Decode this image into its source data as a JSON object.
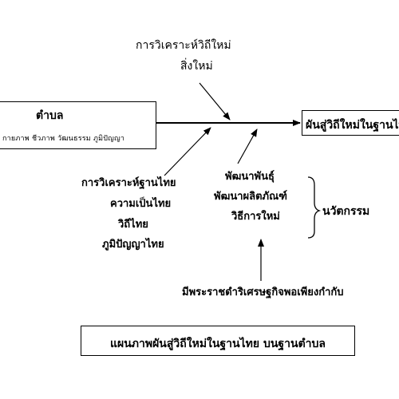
{
  "source": {
    "title": "ตำบล",
    "subtitle": "กายภาพ ชีวภาพ วัฒนธรรม ภูมิปัญญา"
  },
  "target": {
    "title": "ผันสู่วิถีใหม่ในฐานไทย"
  },
  "top_factor": {
    "line1": "การวิเคราะห์วิถีใหม่",
    "line2": "สิ่งใหม่"
  },
  "thai_factor": {
    "items": [
      "การวิเคราะห์ฐานไทย",
      "ความเป็นไทย",
      "วิถีไทย",
      "ภูมิปัญญาไทย"
    ]
  },
  "development": {
    "items": [
      "พัฒนาพันธุ์",
      "พัฒนาผลิตภัณฑ์",
      "วิธีการใหม่"
    ],
    "group_label": "นวัตกรรม"
  },
  "economy_label": "มีพระราชดำริเศรษฐกิจพอเพียงกำกับ",
  "caption": "แผนภาพผันสู่วิถีใหม่ในฐานไทย บนฐานตำบล"
}
